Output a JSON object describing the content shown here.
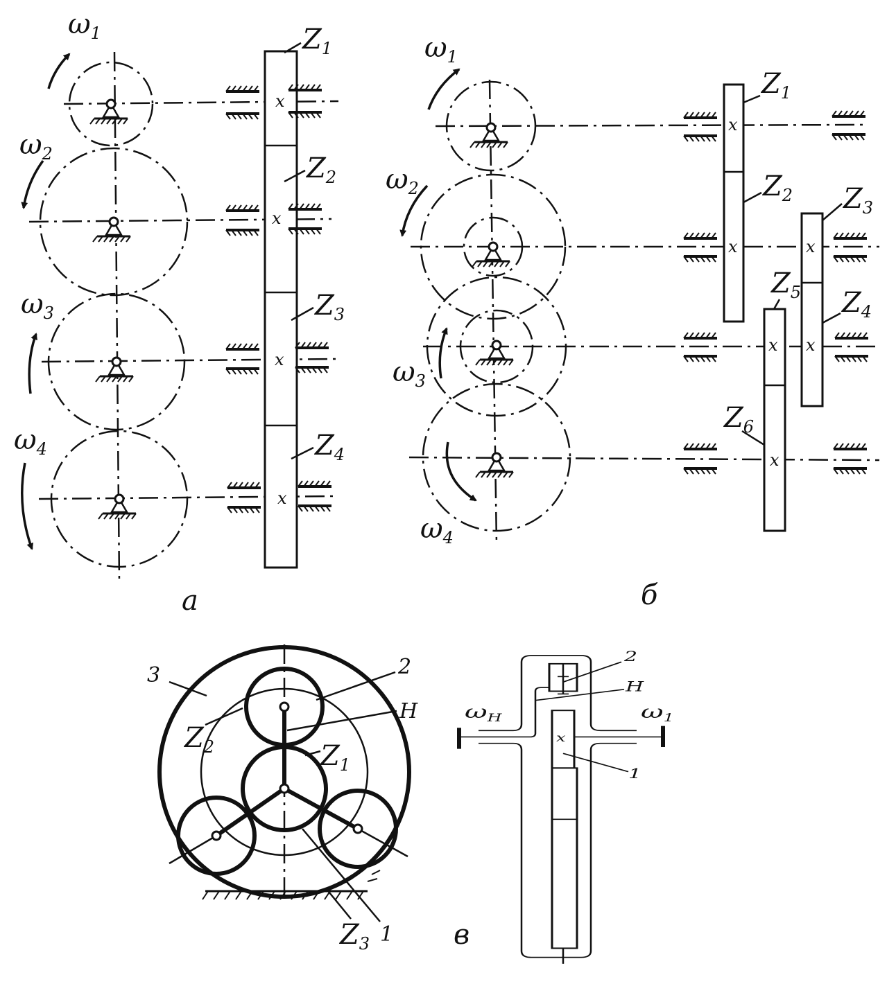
{
  "panels": {
    "a": {
      "caption": "а",
      "omega_labels": [
        {
          "sym": "ω",
          "idx": "1"
        },
        {
          "sym": "ω",
          "idx": "2"
        },
        {
          "sym": "ω",
          "idx": "3"
        },
        {
          "sym": "ω",
          "idx": "4"
        }
      ],
      "gear_labels": [
        {
          "sym": "Z",
          "idx": "1"
        },
        {
          "sym": "Z",
          "idx": "2"
        },
        {
          "sym": "Z",
          "idx": "3"
        },
        {
          "sym": "Z",
          "idx": "4"
        }
      ]
    },
    "b": {
      "caption": "б",
      "omega_labels": [
        {
          "sym": "ω",
          "idx": "1"
        },
        {
          "sym": "ω",
          "idx": "2"
        },
        {
          "sym": "ω",
          "idx": "3"
        },
        {
          "sym": "ω",
          "idx": "4"
        }
      ],
      "gear_labels": [
        {
          "sym": "Z",
          "idx": "1"
        },
        {
          "sym": "Z",
          "idx": "2"
        },
        {
          "sym": "Z",
          "idx": "3"
        },
        {
          "sym": "Z",
          "idx": "4"
        },
        {
          "sym": "Z",
          "idx": "5"
        },
        {
          "sym": "Z",
          "idx": "6"
        }
      ]
    },
    "c": {
      "caption": "в",
      "left_labels": {
        "ring": "3",
        "planet": "2",
        "carrier": "H",
        "z2": {
          "sym": "Z",
          "idx": "2"
        },
        "z1": {
          "sym": "Z",
          "idx": "1"
        },
        "sun": "1",
        "z3": {
          "sym": "Z",
          "idx": "3"
        }
      },
      "right_labels": {
        "planet": "2",
        "carrier": "H",
        "omega_h": {
          "sym": "ω",
          "idx": "H"
        },
        "omega_1": {
          "sym": "ω",
          "idx": "1"
        },
        "sun": "1"
      }
    }
  }
}
